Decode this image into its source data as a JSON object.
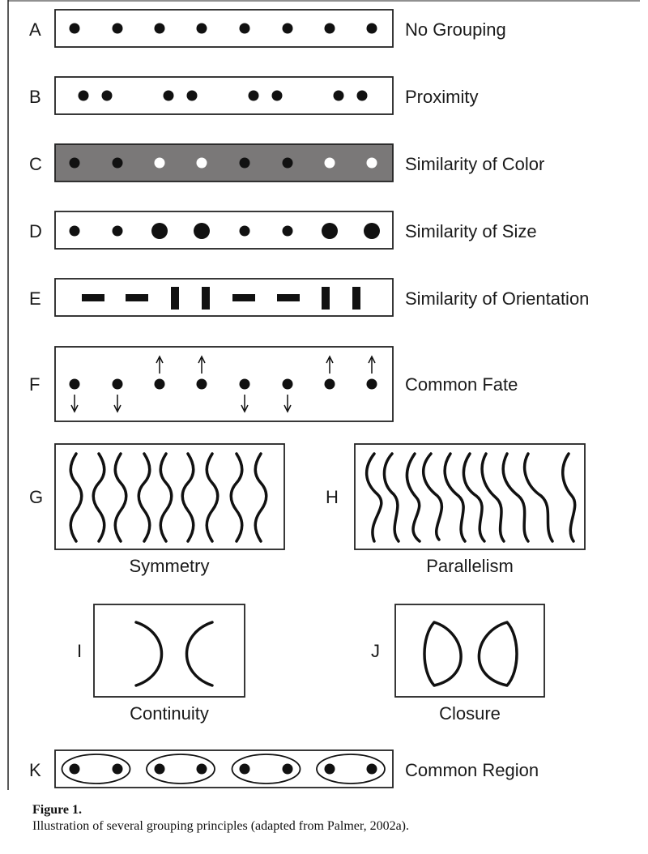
{
  "colors": {
    "ink": "#111111",
    "panel_c_fill": "#7a7878",
    "white_dot": "#ffffff",
    "frame": "#222222"
  },
  "panels": [
    {
      "letter": "A",
      "label": "No Grouping"
    },
    {
      "letter": "B",
      "label": "Proximity"
    },
    {
      "letter": "C",
      "label": "Similarity of Color",
      "dot_colors": [
        "black",
        "black",
        "white",
        "white",
        "black",
        "black",
        "white",
        "white"
      ]
    },
    {
      "letter": "D",
      "label": "Similarity of Size",
      "dot_sizes": [
        "small",
        "small",
        "large",
        "large",
        "small",
        "small",
        "large",
        "large"
      ]
    },
    {
      "letter": "E",
      "label": "Similarity of Orientation",
      "orientations": [
        "horizontal",
        "horizontal",
        "vertical",
        "vertical",
        "horizontal",
        "horizontal",
        "vertical",
        "vertical"
      ]
    },
    {
      "letter": "F",
      "label": "Common Fate",
      "motion": [
        "down",
        "down",
        "up",
        "up",
        "down",
        "down",
        "up",
        "up"
      ]
    },
    {
      "letter": "G",
      "label": "Symmetry"
    },
    {
      "letter": "H",
      "label": "Parallelism"
    },
    {
      "letter": "I",
      "label": "Continuity"
    },
    {
      "letter": "J",
      "label": "Closure"
    },
    {
      "letter": "K",
      "label": "Common Region"
    }
  ],
  "caption": {
    "title": "Figure 1.",
    "text": "Illustration of several grouping principles (adapted from Palmer, 2002a)."
  }
}
